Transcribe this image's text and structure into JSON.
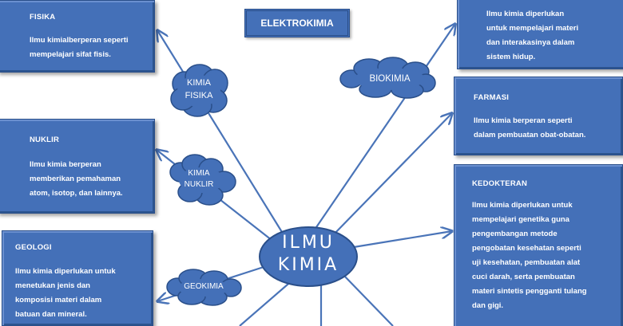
{
  "title": "ELEKTROKIMIA",
  "center": {
    "line1": "ILMU",
    "line2": "KIMIA"
  },
  "clouds": {
    "fisika": {
      "line1": "KIMIA",
      "line2": "FISIKA"
    },
    "nuklir": {
      "line1": "KIMIA",
      "line2": "NUKLIR"
    },
    "geokimia": {
      "label": "GEOKIMIA"
    },
    "biokimia": {
      "label": "BIOKIMIA"
    }
  },
  "boxes": {
    "fisika": {
      "title": "FISIKA",
      "lines": [
        "Ilmu kimialberperan seperti",
        "mempelajari sifat fisis."
      ]
    },
    "nuklir": {
      "title": "NUKLIR",
      "lines": [
        "Ilmu kimia berperan",
        "memberikan pemahaman",
        "atom, isotop, dan lainnya."
      ]
    },
    "geologi": {
      "title": "GEOLOGI",
      "lines": [
        "Ilmu kimia diperlukan untuk",
        "menetukan jenis dan",
        "komposisi materi dalam",
        "batuan dan mineral."
      ]
    },
    "biologi": {
      "lines": [
        "Ilmu kimia diperlukan",
        "untuk mempelajari materi",
        "dan interakasinya dalam",
        "sistem hidup."
      ]
    },
    "farmasi": {
      "title": "FARMASI",
      "lines": [
        "Ilmu kimia berperan seperti",
        "dalam pembuatan obat-obatan."
      ]
    },
    "kedokteran": {
      "title": "KEDOKTERAN",
      "lines": [
        "Ilmu kimia diperlukan untuk",
        "mempelajari genetika guna",
        "pengembangan metode",
        "pengobatan kesehatan seperti",
        "uji kesehatan, pembuatan alat",
        "cuci darah, serta pembuatan",
        "materi sintetis pengganti tulang",
        "dan gigi."
      ]
    }
  },
  "colors": {
    "node": "#4470b8",
    "border": "#2a4f8a",
    "line": "#4a74b8"
  }
}
